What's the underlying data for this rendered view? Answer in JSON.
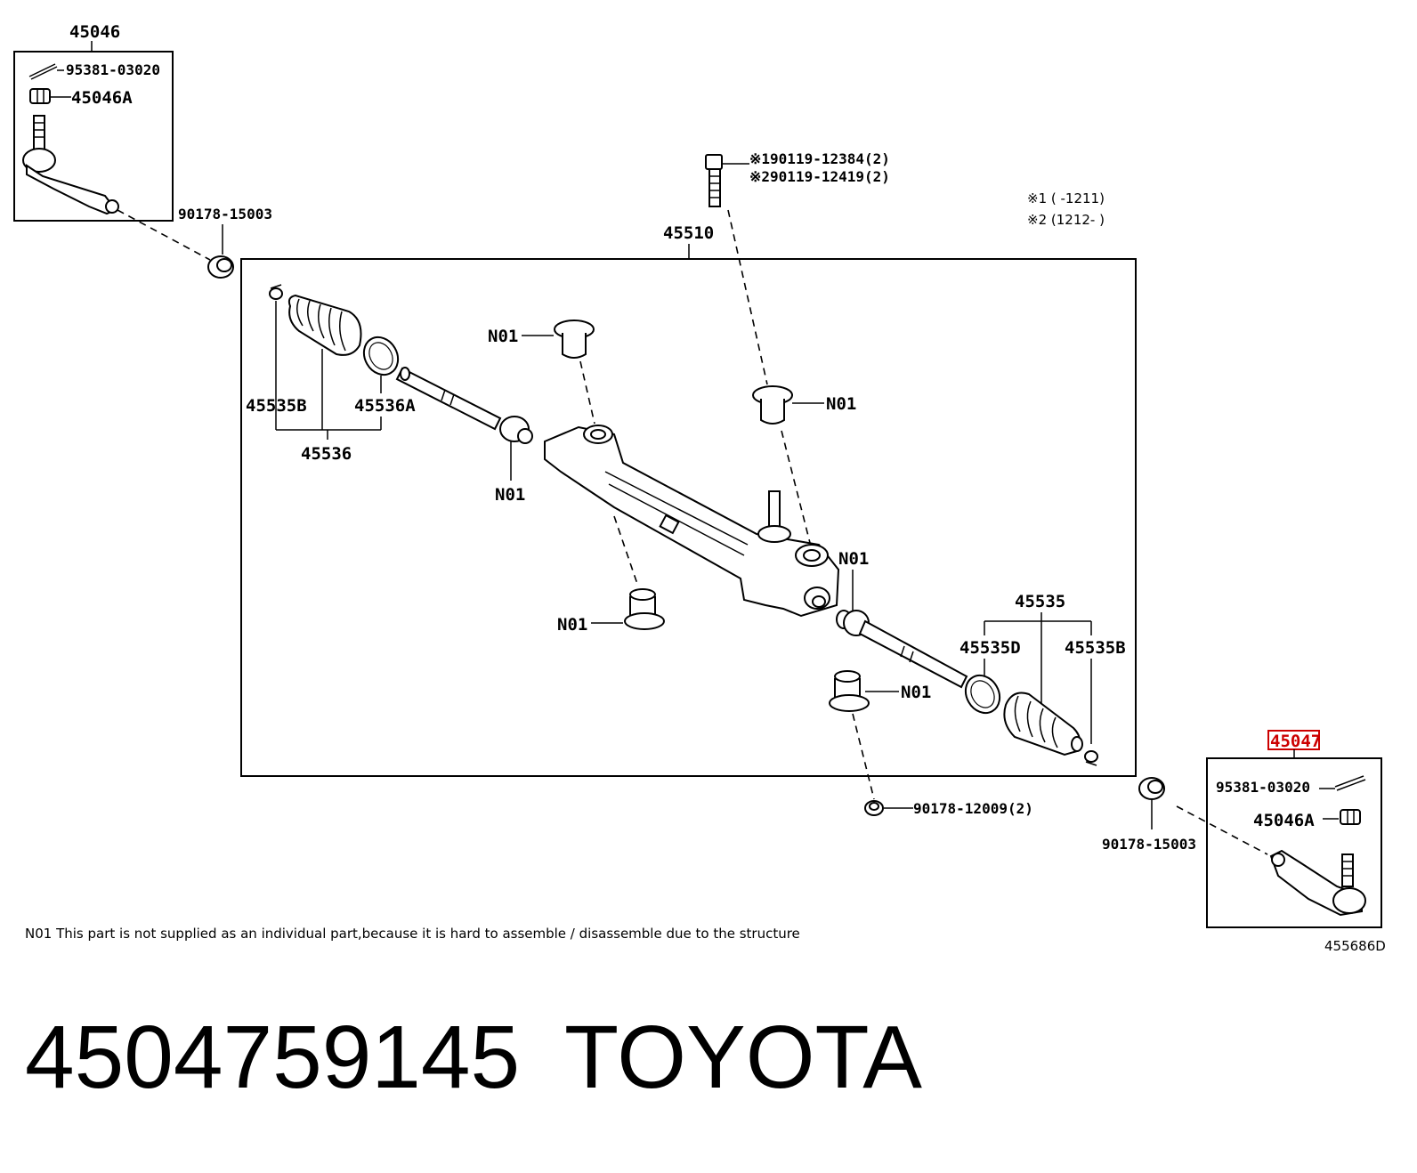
{
  "callouts": {
    "left_assembly": "45046",
    "left_cotter_pin": "95381-03020",
    "left_nut": "45046A",
    "left_bushing": "90178-15003",
    "rack_assembly": "45510",
    "bolt_line1": "※190119-12384(2)",
    "bolt_line2": "※290119-12419(2)",
    "legend_line1": "※1 (    -1211)",
    "legend_line2": "※2 (1212-     )",
    "boot_clamp_left": "45535B",
    "boot_band_left": "45536A",
    "boot_set_left": "45536",
    "n01_upper_left": "N01",
    "n01_right_upper": "N01",
    "n01_rod_left": "N01",
    "n01_rod_right": "N01",
    "n01_lower_left": "N01",
    "n01_lower_right": "N01",
    "boot_set_right": "45535",
    "boot_band_right": "45535D",
    "boot_clamp_right": "45535B",
    "bottom_nut": "90178-12009(2)",
    "right_assembly": "45047",
    "right_cotter_pin": "95381-03020",
    "right_nut": "45046A",
    "right_bushing": "90178-15003"
  },
  "footnote": "N01 This part is not supplied as an individual part,because it is hard to assemble / disassemble due to the structure",
  "diagram_code": "455686D",
  "part_number": "4504759145",
  "brand": "TOYOTA",
  "colors": {
    "highlight": "#cc0000",
    "ink": "#000000"
  }
}
